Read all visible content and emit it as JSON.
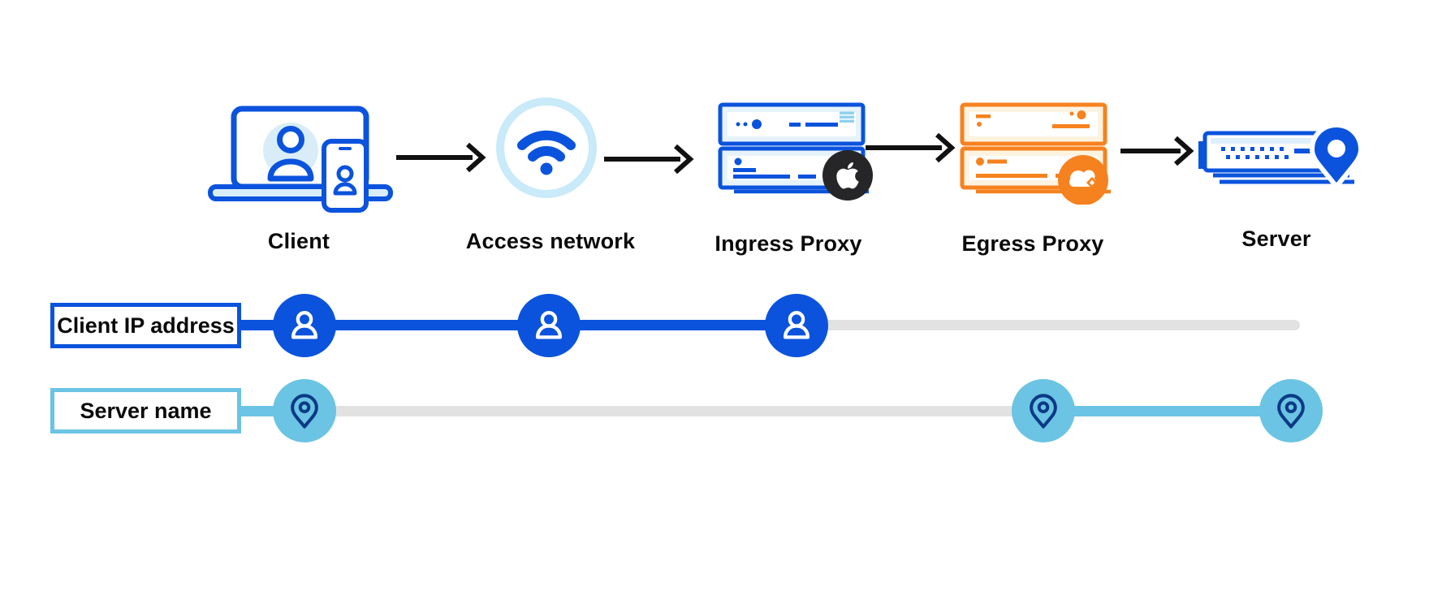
{
  "flow": {
    "nodes": [
      {
        "id": "client",
        "label": "Client",
        "icon": "client-devices-icon"
      },
      {
        "id": "access-network",
        "label": "Access network",
        "icon": "wifi-icon"
      },
      {
        "id": "ingress-proxy",
        "label": "Ingress Proxy",
        "icon": "server-stack-blue-icon",
        "badge_icon": "apple-logo-icon"
      },
      {
        "id": "egress-proxy",
        "label": "Egress Proxy",
        "icon": "server-stack-orange-icon",
        "badge_icon": "cloudflare-logo-icon"
      },
      {
        "id": "server",
        "label": "Server",
        "icon": "server-location-icon"
      }
    ],
    "arrows": 4
  },
  "tracks": [
    {
      "id": "client-ip",
      "label": "Client IP address",
      "marker_icon": "person-icon",
      "color": "#0b53dd",
      "inactive_color": "#e2e2e2",
      "markers_at_nodes": [
        "client",
        "access-network",
        "ingress-proxy"
      ]
    },
    {
      "id": "server-name",
      "label": "Server name",
      "marker_icon": "location-pin-icon",
      "color": "#6bc4e3",
      "inactive_color": "#e2e2e2",
      "markers_at_nodes": [
        "client",
        "egress-proxy",
        "server"
      ]
    }
  ],
  "colors": {
    "blue": "#0b53dd",
    "light_blue": "#6bc4e3",
    "ring_blue": "#c9eaf8",
    "navy_pin": "#0c3a86",
    "orange": "#f6821f",
    "cream": "#fdf3e1",
    "gray_track": "#e2e2e2",
    "apple_badge": "#262628",
    "arrow_black": "#111111"
  }
}
